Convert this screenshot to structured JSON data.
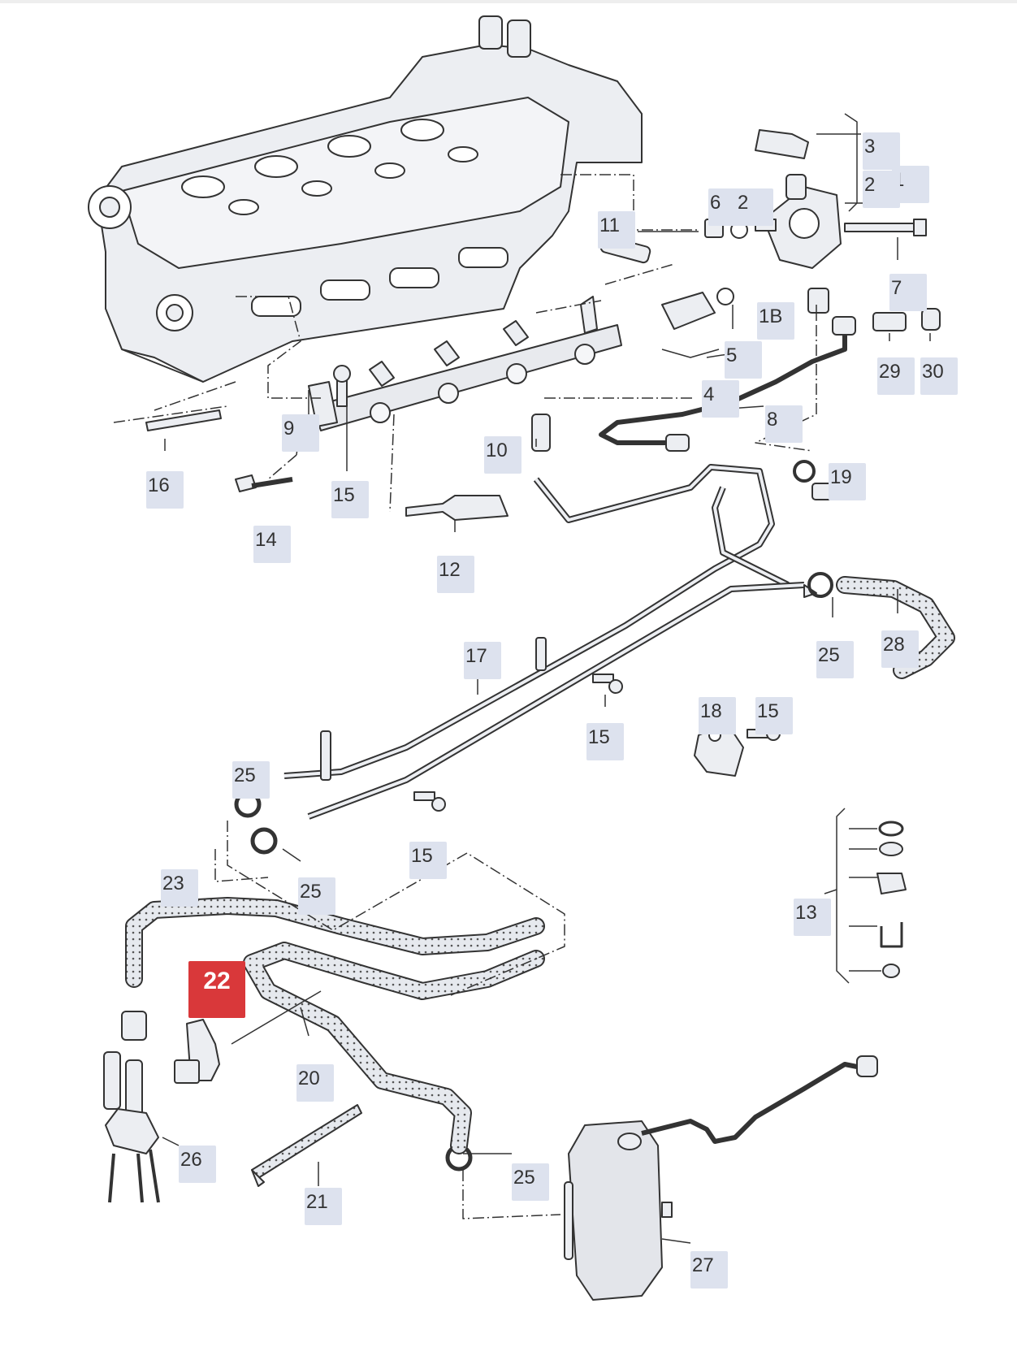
{
  "diagram": {
    "selected_part": "22",
    "callouts": [
      {
        "id": "c3",
        "label": "3"
      },
      {
        "id": "c1",
        "label": "1"
      },
      {
        "id": "c2a",
        "label": "2"
      },
      {
        "id": "c6",
        "label": "6"
      },
      {
        "id": "c2b",
        "label": "2"
      },
      {
        "id": "c11",
        "label": "11"
      },
      {
        "id": "c7",
        "label": "7"
      },
      {
        "id": "c1B",
        "label": "1B"
      },
      {
        "id": "c5",
        "label": "5"
      },
      {
        "id": "c29",
        "label": "29"
      },
      {
        "id": "c30",
        "label": "30"
      },
      {
        "id": "c4",
        "label": "4"
      },
      {
        "id": "c8",
        "label": "8"
      },
      {
        "id": "c9",
        "label": "9"
      },
      {
        "id": "c10",
        "label": "10"
      },
      {
        "id": "c16",
        "label": "16"
      },
      {
        "id": "c15a",
        "label": "15"
      },
      {
        "id": "c19",
        "label": "19"
      },
      {
        "id": "c14",
        "label": "14"
      },
      {
        "id": "c12",
        "label": "12"
      },
      {
        "id": "c25a",
        "label": "25"
      },
      {
        "id": "c28",
        "label": "28"
      },
      {
        "id": "c17",
        "label": "17"
      },
      {
        "id": "c18",
        "label": "18"
      },
      {
        "id": "c15b",
        "label": "15"
      },
      {
        "id": "c15c",
        "label": "15"
      },
      {
        "id": "c25b",
        "label": "25"
      },
      {
        "id": "c15d",
        "label": "15"
      },
      {
        "id": "c23",
        "label": "23"
      },
      {
        "id": "c25c",
        "label": "25"
      },
      {
        "id": "c13",
        "label": "13"
      },
      {
        "id": "c22",
        "label": "22"
      },
      {
        "id": "c20",
        "label": "20"
      },
      {
        "id": "c26",
        "label": "26"
      },
      {
        "id": "c25d",
        "label": "25"
      },
      {
        "id": "c21",
        "label": "21"
      },
      {
        "id": "c27",
        "label": "27"
      }
    ]
  }
}
